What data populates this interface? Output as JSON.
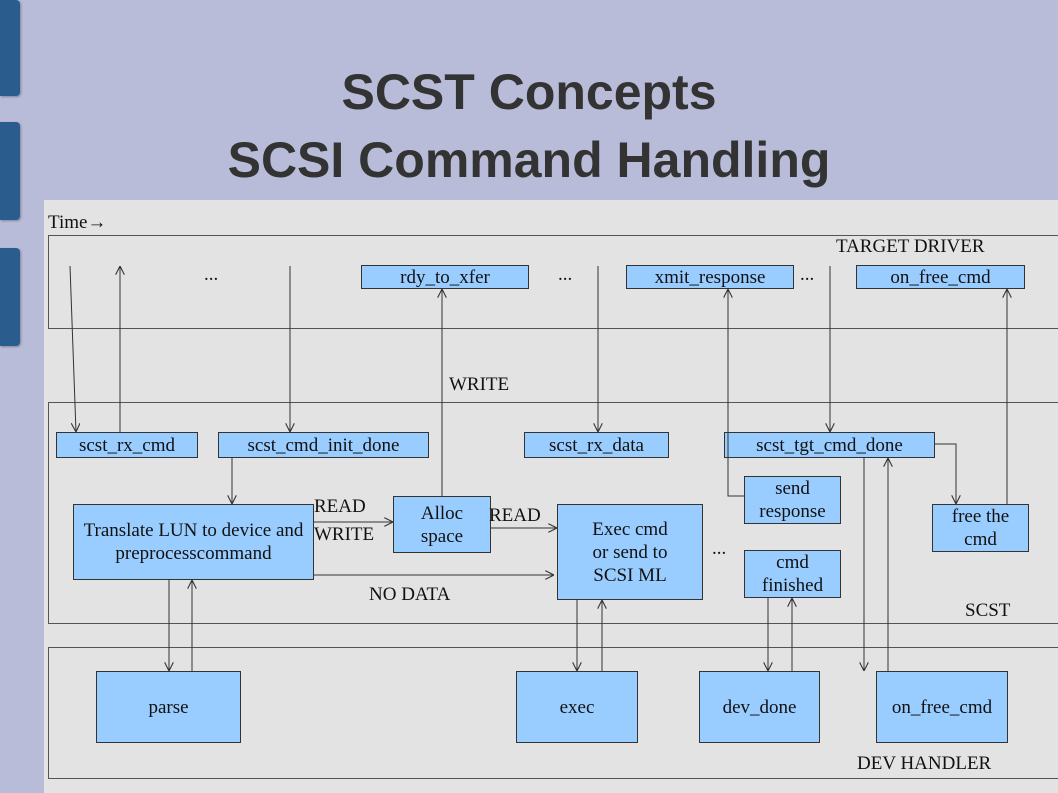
{
  "title": {
    "line1": "SCST Concepts",
    "line2": "SCSI Command Handling"
  },
  "time_label": "Time→",
  "lanes": {
    "target_driver": "TARGET DRIVER",
    "scst": "SCST",
    "dev_handler": "DEV HANDLER"
  },
  "target_driver_boxes": {
    "rdy_to_xfer": "rdy_to_xfer",
    "xmit_response": "xmit_response",
    "on_free_cmd": "on_free_cmd"
  },
  "scst_boxes": {
    "scst_rx_cmd": "scst_rx_cmd",
    "scst_cmd_init_done": "scst_cmd_init_done",
    "scst_rx_data": "scst_rx_data",
    "scst_tgt_cmd_done": "scst_tgt_cmd_done",
    "translate_lun": "Translate LUN to device and preprocesscommand",
    "alloc_space": "Alloc space",
    "exec_cmd": "Exec cmd or send to SCSI ML",
    "send_response": "send response",
    "cmd_finished": "cmd finished",
    "free_the_cmd": "free the cmd"
  },
  "dev_boxes": {
    "parse": "parse",
    "exec": "exec",
    "dev_done": "dev_done",
    "on_free_cmd": "on_free_cmd"
  },
  "labels": {
    "ellipsis": "...",
    "write_top": "WRITE",
    "read": "READ",
    "write": "WRITE",
    "read2": "READ",
    "no_data": "NO DATA"
  }
}
